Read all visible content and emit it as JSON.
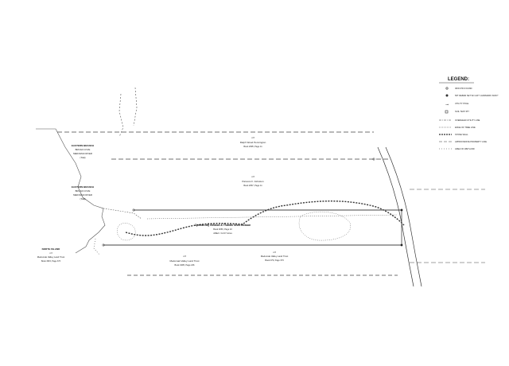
{
  "legend": {
    "title": "LEGEND:",
    "items": [
      "IRON PIN FOUND",
      "5/8\" REBAR SET W/ CAP \"LANDMARK SURV\"",
      "UTILITY POLE",
      "SOIL TEST PIT",
      "OVERHEAD UTILITY LINE",
      "EDGE OF TREE LINE",
      "STONE WALL",
      "APPROXIMATE PROPERTY LINE",
      "AREA OF WETLAND"
    ]
  },
  "labels": {
    "east_branch_top": [
      "EASTERN BRANCH",
      "BROAD COVE",
      "MEDOMAK RIVER",
      "(Tidal)"
    ],
    "east_branch_mid": [
      "EASTERN BRANCH",
      "BROAD COVE",
      "MEDOMAK RIVER",
      "(Tidal)"
    ],
    "north_owner": [
      "n/f",
      "Ralph Wood Pennington",
      "Book 2695, Page 11"
    ],
    "middle_owner": [
      "n/f",
      "Parsons F. Johnston",
      "Book 2667, Page 11"
    ],
    "subject_owner": [
      "Cynthia Day Gleason & Thomas Scott Gleason",
      "Book 3056, Page 10",
      "AREA = 12.07 Acres"
    ],
    "south_owner": [
      "n/f",
      "Medomak Valley Land Trust",
      "Book 3295, Page 226"
    ],
    "south_owner_2": [
      "n/f",
      "Medomak Valley Land Trust",
      "Book 379, Page 373"
    ],
    "north_island": [
      "NORTH ISLAND",
      "n/f",
      "Medomak Valley Land Trust",
      "Book 3315, Page 373"
    ]
  }
}
